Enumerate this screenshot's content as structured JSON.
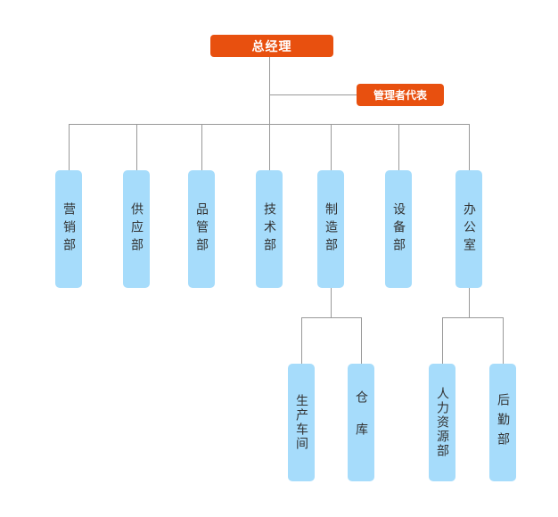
{
  "org": {
    "ceo": "总经理",
    "rep": "管理者代表",
    "departments": [
      "营销部",
      "供应部",
      "品管部",
      "技术部",
      "制造部",
      "设备部",
      "办公室"
    ],
    "manufacturing_units": [
      "生产车间",
      "仓库"
    ],
    "office_units": [
      "人力资源部",
      "后勤部"
    ]
  }
}
